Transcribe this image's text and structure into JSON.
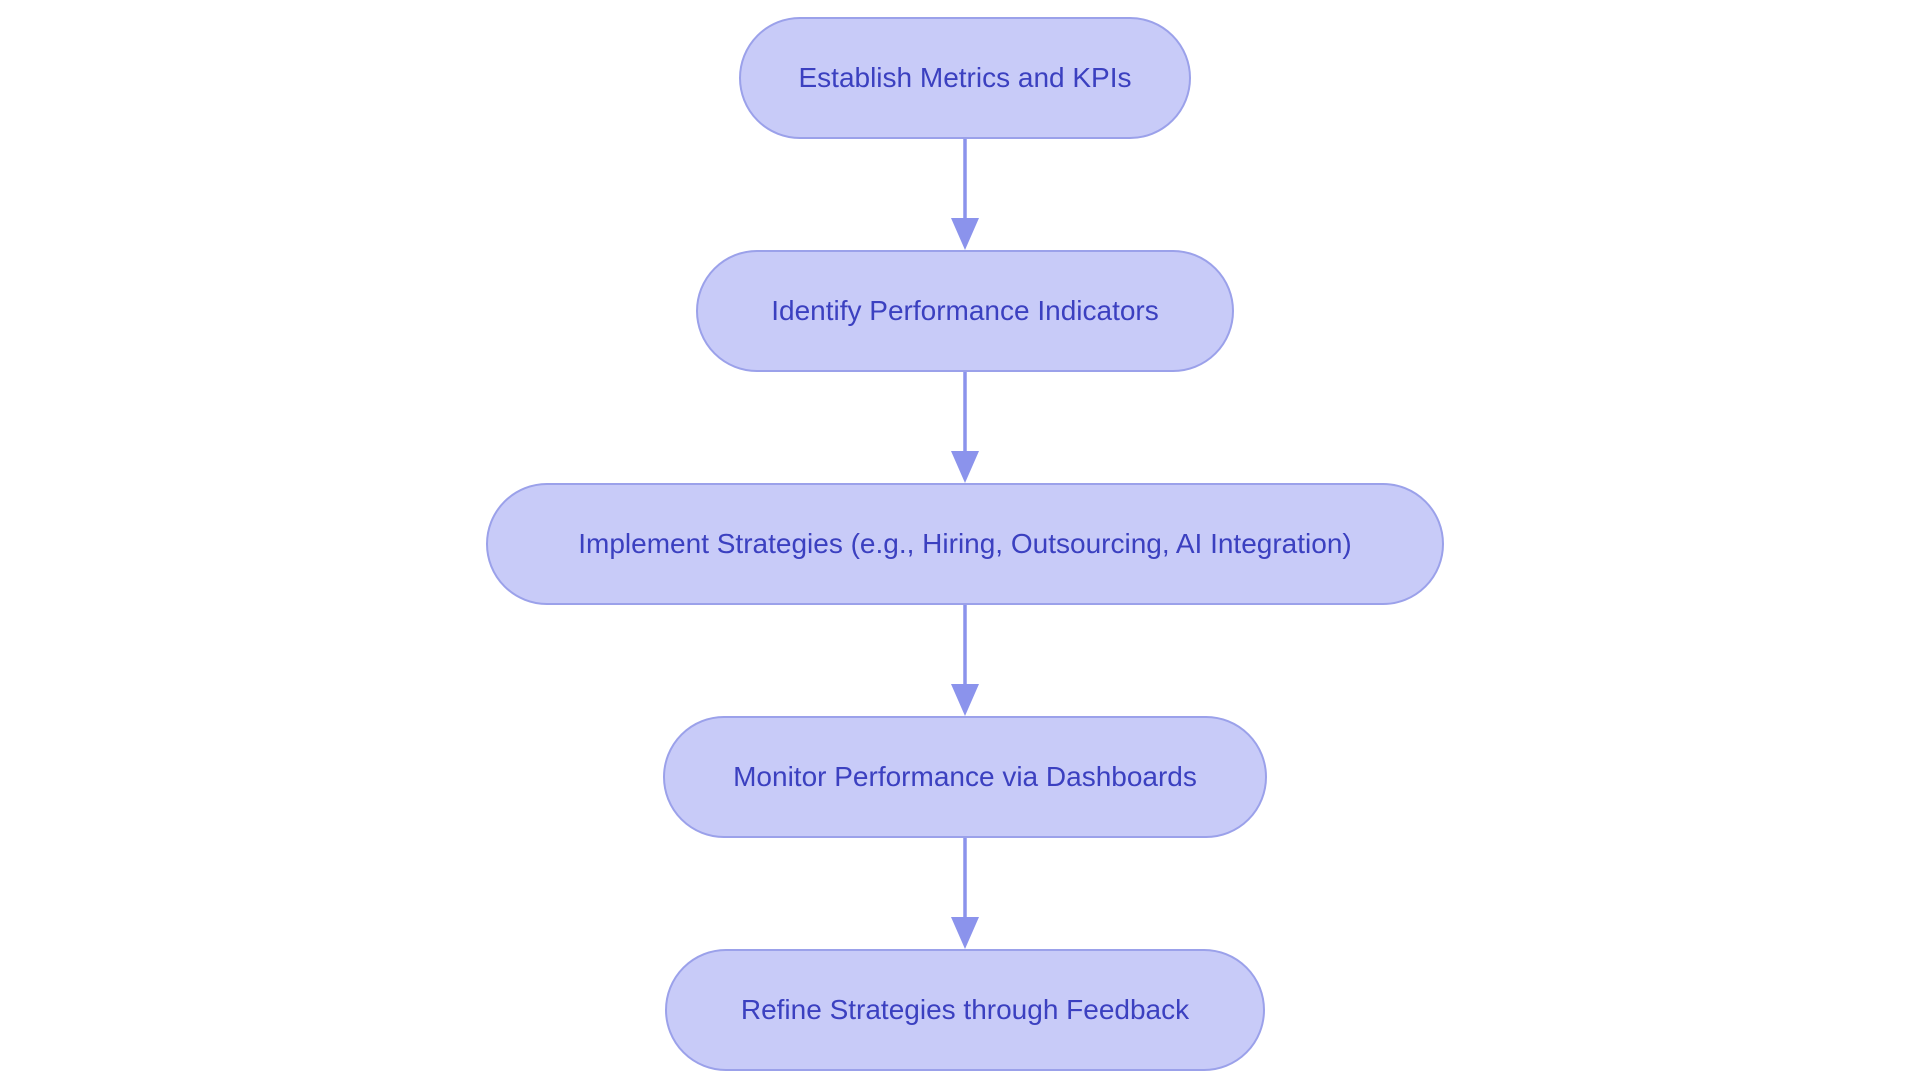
{
  "diagram": {
    "type": "flowchart",
    "direction": "top-down",
    "nodes": [
      {
        "id": "establish-metrics",
        "label": "Establish Metrics and KPIs"
      },
      {
        "id": "identify-indicators",
        "label": "Identify Performance Indicators"
      },
      {
        "id": "implement-strategies",
        "label": "Implement Strategies (e.g., Hiring, Outsourcing, AI Integration)"
      },
      {
        "id": "monitor-performance",
        "label": "Monitor Performance via Dashboards"
      },
      {
        "id": "refine-strategies",
        "label": "Refine Strategies through Feedback"
      }
    ],
    "edges": [
      {
        "from": "establish-metrics",
        "to": "identify-indicators"
      },
      {
        "from": "identify-indicators",
        "to": "implement-strategies"
      },
      {
        "from": "implement-strategies",
        "to": "monitor-performance"
      },
      {
        "from": "monitor-performance",
        "to": "refine-strategies"
      }
    ]
  },
  "colors": {
    "background": "#ffffff",
    "node_fill": "#c8cbf8",
    "node_border": "#9ba1ea",
    "node_text": "#3b40c0",
    "arrow": "#8b93ec"
  }
}
